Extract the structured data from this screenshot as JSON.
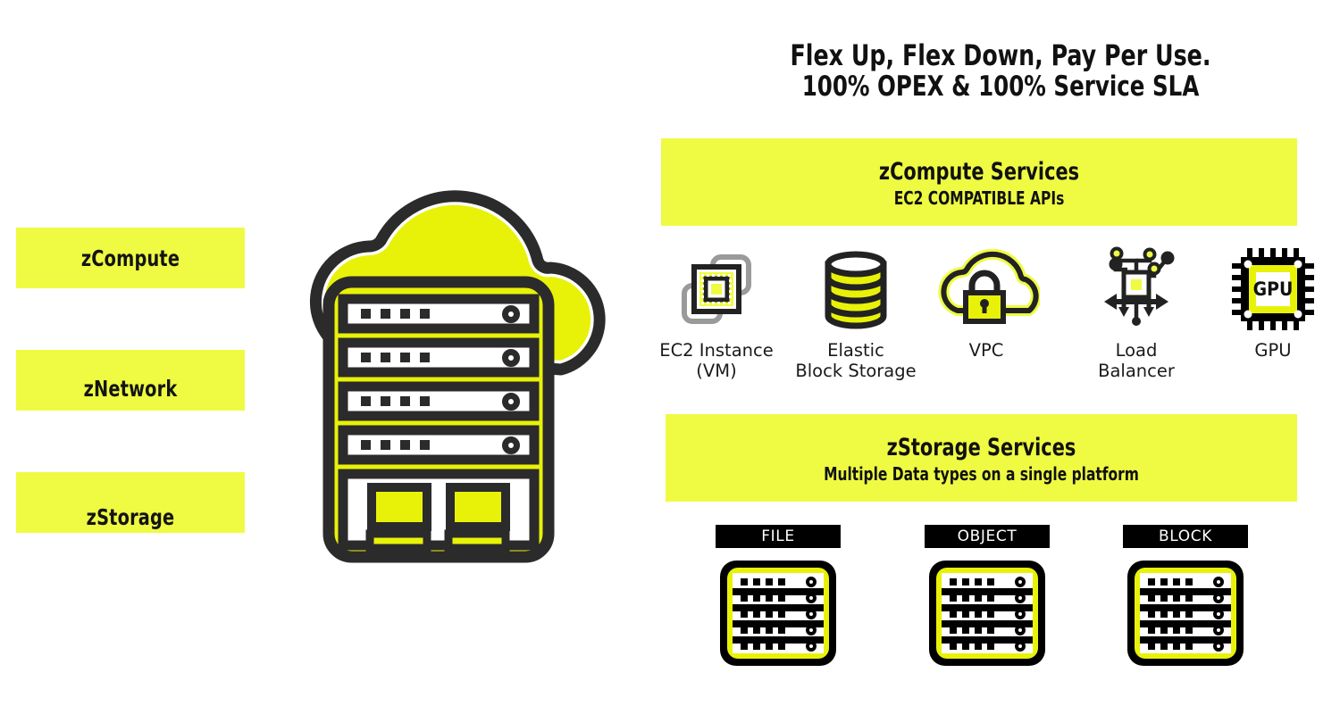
{
  "headline": {
    "line1": "Flex Up, Flex Down, Pay Per Use.",
    "line2": "100% OPEX & 100% Service SLA"
  },
  "left_rail": {
    "items": [
      {
        "label": "zCompute"
      },
      {
        "label": "zNetwork"
      },
      {
        "label": "zStorage"
      }
    ]
  },
  "compute_section": {
    "banner_title": "zCompute Services",
    "banner_subtitle": "EC2 COMPATIBLE APIs",
    "services": [
      {
        "label": "EC2 Instance\n(VM)",
        "icon": "ec2-instance-icon"
      },
      {
        "label": "Elastic\nBlock Storage",
        "icon": "elastic-block-storage-icon"
      },
      {
        "label": "VPC",
        "icon": "vpc-cloud-lock-icon"
      },
      {
        "label": "Load\nBalancer",
        "icon": "load-balancer-icon"
      },
      {
        "label": "GPU",
        "icon": "gpu-chip-icon"
      }
    ],
    "gpu_chip_text": "GPU"
  },
  "storage_section": {
    "banner_title": "zStorage Services",
    "banner_subtitle": "Multiple Data types on a single platform",
    "types": [
      {
        "label": "FILE",
        "icon": "server-rack-icon"
      },
      {
        "label": "OBJECT",
        "icon": "server-rack-icon"
      },
      {
        "label": "BLOCK",
        "icon": "server-rack-icon"
      }
    ]
  },
  "hero": {
    "icon": "cloud-server-icon"
  },
  "colors": {
    "accent_yellow": "#EFFB42",
    "cloud_yellow": "#E8F209",
    "ink": "#2B2B2B",
    "black": "#000000",
    "gray": "#9A9A9A",
    "white": "#FFFFFF"
  }
}
